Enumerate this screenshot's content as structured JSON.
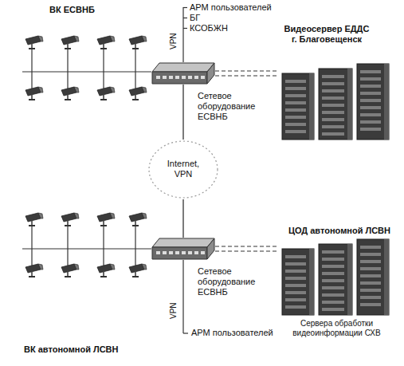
{
  "diagram": {
    "nodes": [
      {
        "text": [
          "Сетевое оборудование ЕСВНБ"
        ]
      },
      {
        "text": [
          "Видеосервер ЕДДС г. Благовещенск"
        ]
      },
      {
        "text": [
          "Internet, VPN"
        ]
      },
      {
        "text": [
          "Сетевое оборудование ЕСВНБ"
        ]
      },
      {
        "text": [
          "ЦОД автономной ЛСВН",
          "Сервера обработки видеоинформации СХВ"
        ]
      }
    ],
    "edges": [
      {
        "from": 0,
        "to": 1,
        "arrow": "none"
      },
      {
        "from": 0,
        "to": 2,
        "arrow": "none"
      },
      {
        "from": 2,
        "to": 3,
        "arrow": "none"
      },
      {
        "from": 3,
        "to": 4,
        "arrow": "none"
      }
    ],
    "labels": [
      "ВК ЕСВНБ",
      "АРМ пользователей",
      "БГ",
      "КСОБЖН",
      "VPN",
      "VPN",
      "АРМ пользователей",
      "ВК автономной ЛСВН"
    ]
  }
}
